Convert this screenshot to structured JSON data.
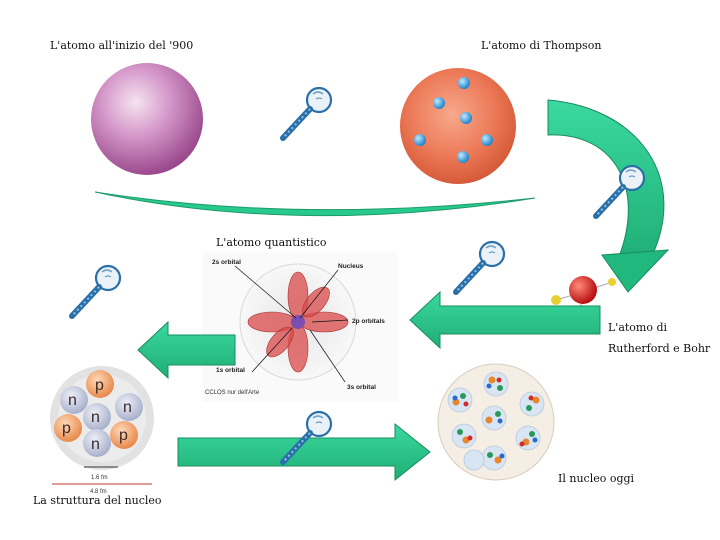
{
  "labels": {
    "early_atom": "L'atomo all'inizio del '900",
    "thompson_atom": "L'atomo di Thompson",
    "quantum_atom": "L'atomo quantistico",
    "rutherford_line1": "L'atomo di",
    "rutherford_line2": "Rutherford e Bohr",
    "nucleus_structure": "La struttura del nucleo",
    "nucleus_today": "Il nucleo oggi"
  },
  "orbital_figure": {
    "orbital_2s": "2s orbital",
    "nucleus": "Nucleus",
    "orbitals_2p": "2p orbitals",
    "orbital_1s": "1s orbital",
    "orbital_3s": "3s orbital",
    "credit": "CCLOS nur dell'Arte"
  },
  "nucleus_figure": {
    "particles": [
      "p",
      "n",
      "n",
      "n",
      "p",
      "n",
      "p"
    ],
    "scale_1": "1.6 fm",
    "scale_2": "4.8 fm"
  },
  "colors": {
    "arrow_green": "#2fc88f",
    "early_atom": "#b86aa8",
    "thompson_atom": "#e56d4c",
    "electron": "#3aa0e0",
    "proton": "#f0a878",
    "neutron": "#c8cce0"
  },
  "icons": {
    "magnifier": "magnifying-glass-icon"
  }
}
